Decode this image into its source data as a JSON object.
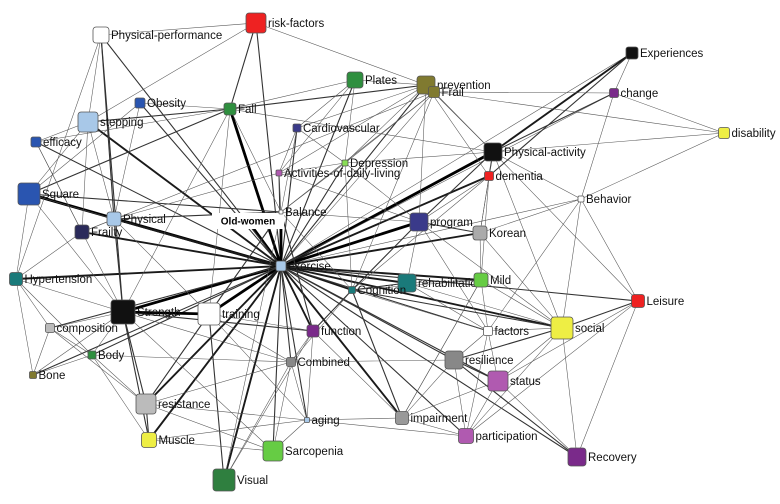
{
  "nodes": [
    {
      "id": "Old-women",
      "color": "#ffffff"
    },
    {
      "id": "exercise",
      "color": "#a8c8e8"
    },
    {
      "id": "Physical-performance",
      "color": "#ffffff"
    },
    {
      "id": "risk-factors",
      "color": "#ee2222"
    },
    {
      "id": "Plates",
      "color": "#2f8f3f"
    },
    {
      "id": "prevention",
      "color": "#807a30"
    },
    {
      "id": "Frail",
      "color": "#807a30"
    },
    {
      "id": "Experiences",
      "color": "#111111"
    },
    {
      "id": "change",
      "color": "#7a2a8a"
    },
    {
      "id": "disability",
      "color": "#eeee44"
    },
    {
      "id": "Obesity",
      "color": "#2a55b0"
    },
    {
      "id": "stepping",
      "color": "#a8c8e8"
    },
    {
      "id": "Fall",
      "color": "#2f8f3f"
    },
    {
      "id": "Cardiovascular",
      "color": "#3a3a8a"
    },
    {
      "id": "efficacy",
      "color": "#2a55b0"
    },
    {
      "id": "Depression",
      "color": "#88dd55"
    },
    {
      "id": "Physical-activity",
      "color": "#111111"
    },
    {
      "id": "Activities-of-daily-living",
      "color": "#b05ab0"
    },
    {
      "id": "dementia",
      "color": "#ee2222"
    },
    {
      "id": "Square",
      "color": "#2a55b0"
    },
    {
      "id": "Behavior",
      "color": "#ffffff"
    },
    {
      "id": "Physical",
      "color": "#a8c8e8"
    },
    {
      "id": "Balance",
      "color": "#ffffff"
    },
    {
      "id": "program",
      "color": "#3a3a8a"
    },
    {
      "id": "Frailty",
      "color": "#2a2a5a"
    },
    {
      "id": "Korean",
      "color": "#aaaaaa"
    },
    {
      "id": "Hypertension",
      "color": "#1a7a7a"
    },
    {
      "id": "rehabilitation",
      "color": "#1a7a7a"
    },
    {
      "id": "Mild",
      "color": "#66cc44"
    },
    {
      "id": "Cognition",
      "color": "#1a7a7a"
    },
    {
      "id": "Leisure",
      "color": "#ee2222"
    },
    {
      "id": "Strength",
      "color": "#111111"
    },
    {
      "id": "training",
      "color": "#ffffff"
    },
    {
      "id": "composition",
      "color": "#bbbbbb"
    },
    {
      "id": "function",
      "color": "#7a2a8a"
    },
    {
      "id": "factors",
      "color": "#ffffff"
    },
    {
      "id": "social",
      "color": "#eeee44"
    },
    {
      "id": "Body",
      "color": "#2f8f3f"
    },
    {
      "id": "Combined",
      "color": "#888888"
    },
    {
      "id": "resilience",
      "color": "#888888"
    },
    {
      "id": "Bone",
      "color": "#807a30"
    },
    {
      "id": "status",
      "color": "#b05ab0"
    },
    {
      "id": "resistance",
      "color": "#bbbbbb"
    },
    {
      "id": "aging",
      "color": "#a8c8e8"
    },
    {
      "id": "impairment",
      "color": "#999999"
    },
    {
      "id": "Muscle",
      "color": "#eeee44"
    },
    {
      "id": "Sarcopenia",
      "color": "#66cc44"
    },
    {
      "id": "participation",
      "color": "#b05ab0"
    },
    {
      "id": "Recovery",
      "color": "#7a2a8a"
    },
    {
      "id": "Visual",
      "color": "#2f7f3f"
    }
  ],
  "edges": [
    [
      "exercise",
      "Old-women",
      4
    ],
    [
      "exercise",
      "Physical-performance",
      2
    ],
    [
      "exercise",
      "risk-factors",
      2
    ],
    [
      "exercise",
      "Plates",
      2
    ],
    [
      "exercise",
      "prevention",
      2
    ],
    [
      "exercise",
      "Frail",
      1
    ],
    [
      "exercise",
      "Obesity",
      2
    ],
    [
      "exercise",
      "stepping",
      3
    ],
    [
      "exercise",
      "Fall",
      4
    ],
    [
      "exercise",
      "Cardiovascular",
      2
    ],
    [
      "exercise",
      "efficacy",
      2
    ],
    [
      "exercise",
      "Depression",
      2
    ],
    [
      "exercise",
      "Physical-activity",
      4
    ],
    [
      "exercise",
      "Activities-of-daily-living",
      2
    ],
    [
      "exercise",
      "dementia",
      3
    ],
    [
      "exercise",
      "Square",
      4
    ],
    [
      "exercise",
      "Behavior",
      1
    ],
    [
      "exercise",
      "Physical",
      3
    ],
    [
      "exercise",
      "Balance",
      4
    ],
    [
      "exercise",
      "program",
      4
    ],
    [
      "exercise",
      "Frailty",
      3
    ],
    [
      "exercise",
      "Korean",
      3
    ],
    [
      "exercise",
      "Hypertension",
      3
    ],
    [
      "exercise",
      "rehabilitation",
      3
    ],
    [
      "exercise",
      "Mild",
      3
    ],
    [
      "exercise",
      "Cognition",
      3
    ],
    [
      "exercise",
      "Leisure",
      2
    ],
    [
      "exercise",
      "Strength",
      4
    ],
    [
      "exercise",
      "training",
      4
    ],
    [
      "exercise",
      "composition",
      2
    ],
    [
      "exercise",
      "function",
      3
    ],
    [
      "exercise",
      "factors",
      2
    ],
    [
      "exercise",
      "social",
      3
    ],
    [
      "exercise",
      "Body",
      2
    ],
    [
      "exercise",
      "Combined",
      2
    ],
    [
      "exercise",
      "resilience",
      2
    ],
    [
      "exercise",
      "Bone",
      2
    ],
    [
      "exercise",
      "status",
      2
    ],
    [
      "exercise",
      "resistance",
      3
    ],
    [
      "exercise",
      "aging",
      2
    ],
    [
      "exercise",
      "impairment",
      3
    ],
    [
      "exercise",
      "Muscle",
      3
    ],
    [
      "exercise",
      "Sarcopenia",
      2
    ],
    [
      "exercise",
      "participation",
      2
    ],
    [
      "exercise",
      "Recovery",
      2
    ],
    [
      "exercise",
      "Visual",
      3
    ],
    [
      "exercise",
      "change",
      1
    ],
    [
      "exercise",
      "Experiences",
      1
    ],
    [
      "Physical-activity",
      "Experiences",
      3
    ],
    [
      "Physical-activity",
      "change",
      2
    ],
    [
      "Physical-activity",
      "disability",
      1
    ],
    [
      "Physical-activity",
      "dementia",
      2
    ],
    [
      "Physical-activity",
      "Behavior",
      1
    ],
    [
      "Physical-activity",
      "program",
      2
    ],
    [
      "Physical-activity",
      "Korean",
      1
    ],
    [
      "Physical-activity",
      "social",
      1
    ],
    [
      "Physical-activity",
      "Leisure",
      1
    ],
    [
      "Physical-activity",
      "Fall",
      1
    ],
    [
      "Physical-activity",
      "prevention",
      1
    ],
    [
      "Physical-activity",
      "Depression",
      1
    ],
    [
      "dementia",
      "Experiences",
      2
    ],
    [
      "dementia",
      "program",
      1
    ],
    [
      "dementia",
      "Korean",
      1
    ],
    [
      "dementia",
      "Cognition",
      1
    ],
    [
      "dementia",
      "Mild",
      1
    ],
    [
      "risk-factors",
      "Physical-performance",
      1
    ],
    [
      "risk-factors",
      "Fall",
      2
    ],
    [
      "risk-factors",
      "prevention",
      1
    ],
    [
      "risk-factors",
      "stepping",
      1
    ],
    [
      "Fall",
      "Obesity",
      1
    ],
    [
      "Fall",
      "stepping",
      2
    ],
    [
      "Fall",
      "efficacy",
      1
    ],
    [
      "Fall",
      "prevention",
      2
    ],
    [
      "Fall",
      "Plates",
      1
    ],
    [
      "Fall",
      "Square",
      2
    ],
    [
      "Fall",
      "Strength",
      1
    ],
    [
      "Fall",
      "Balance",
      1
    ],
    [
      "Fall",
      "training",
      1
    ],
    [
      "Frail",
      "change",
      1
    ],
    [
      "Frail",
      "disability",
      1
    ],
    [
      "Frail",
      "Frailty",
      1
    ],
    [
      "Frail",
      "Balance",
      1
    ],
    [
      "Frail",
      "Cognition",
      1
    ],
    [
      "Frail",
      "Depression",
      1
    ],
    [
      "Frail",
      "Physical-activity",
      1
    ],
    [
      "stepping",
      "Square",
      1
    ],
    [
      "stepping",
      "Frailty",
      1
    ],
    [
      "stepping",
      "efficacy",
      1
    ],
    [
      "stepping",
      "Physical",
      1
    ],
    [
      "Square",
      "Hypertension",
      1
    ],
    [
      "Square",
      "Strength",
      1
    ],
    [
      "Square",
      "Physical",
      1
    ],
    [
      "Square",
      "Balance",
      2
    ],
    [
      "Strength",
      "training",
      4
    ],
    [
      "Strength",
      "composition",
      1
    ],
    [
      "Strength",
      "Body",
      1
    ],
    [
      "Strength",
      "Bone",
      1
    ],
    [
      "Strength",
      "Muscle",
      2
    ],
    [
      "Strength",
      "resistance",
      2
    ],
    [
      "Strength",
      "Physical-performance",
      2
    ],
    [
      "Strength",
      "Hypertension",
      1
    ],
    [
      "Strength",
      "Physical",
      2
    ],
    [
      "Strength",
      "function",
      2
    ],
    [
      "Strength",
      "Combined",
      1
    ],
    [
      "Strength",
      "Sarcopenia",
      1
    ],
    [
      "training",
      "resistance",
      2
    ],
    [
      "training",
      "Visual",
      2
    ],
    [
      "training",
      "Combined",
      1
    ],
    [
      "training",
      "function",
      1
    ],
    [
      "training",
      "Balance",
      2
    ],
    [
      "training",
      "Physical",
      1
    ],
    [
      "training",
      "aging",
      1
    ],
    [
      "composition",
      "Body",
      1
    ],
    [
      "composition",
      "Bone",
      1
    ],
    [
      "composition",
      "Hypertension",
      1
    ],
    [
      "composition",
      "resistance",
      1
    ],
    [
      "Body",
      "Bone",
      1
    ],
    [
      "Body",
      "Muscle",
      1
    ],
    [
      "Body",
      "resistance",
      1
    ],
    [
      "Body",
      "Combined",
      1
    ],
    [
      "resistance",
      "Muscle",
      2
    ],
    [
      "resistance",
      "aging",
      1
    ],
    [
      "resistance",
      "Sarcopenia",
      1
    ],
    [
      "resistance",
      "Combined",
      1
    ],
    [
      "Muscle",
      "aging",
      1
    ],
    [
      "Muscle",
      "Sarcopenia",
      1
    ],
    [
      "program",
      "Korean",
      2
    ],
    [
      "program",
      "rehabilitation",
      1
    ],
    [
      "program",
      "Cognition",
      2
    ],
    [
      "program",
      "factors",
      1
    ],
    [
      "program",
      "social",
      1
    ],
    [
      "program",
      "Balance",
      1
    ],
    [
      "Cognition",
      "rehabilitation",
      2
    ],
    [
      "Cognition",
      "Mild",
      1
    ],
    [
      "Cognition",
      "function",
      2
    ],
    [
      "Cognition",
      "impairment",
      2
    ],
    [
      "Cognition",
      "social",
      2
    ],
    [
      "Cognition",
      "factors",
      1
    ],
    [
      "Cognition",
      "Balance",
      1
    ],
    [
      "Cognition",
      "Combined",
      1
    ],
    [
      "rehabilitation",
      "Mild",
      1
    ],
    [
      "rehabilitation",
      "social",
      1
    ],
    [
      "rehabilitation",
      "factors",
      1
    ],
    [
      "Korean",
      "social",
      1
    ],
    [
      "Korean",
      "Behavior",
      1
    ],
    [
      "Korean",
      "Mild",
      1
    ],
    [
      "social",
      "Leisure",
      2
    ],
    [
      "social",
      "Behavior",
      1
    ],
    [
      "social",
      "factors",
      1
    ],
    [
      "social",
      "resilience",
      2
    ],
    [
      "social",
      "Recovery",
      1
    ],
    [
      "social",
      "status",
      1
    ],
    [
      "social",
      "participation",
      1
    ],
    [
      "social",
      "Mild",
      1
    ],
    [
      "Leisure",
      "Recovery",
      1
    ],
    [
      "Leisure",
      "participation",
      1
    ],
    [
      "Leisure",
      "status",
      1
    ],
    [
      "Leisure",
      "Behavior",
      1
    ],
    [
      "resilience",
      "status",
      2
    ],
    [
      "resilience",
      "participation",
      1
    ],
    [
      "resilience",
      "Recovery",
      2
    ],
    [
      "resilience",
      "factors",
      1
    ],
    [
      "resilience",
      "impairment",
      1
    ],
    [
      "resilience",
      "Combined",
      1
    ],
    [
      "status",
      "participation",
      1
    ],
    [
      "status",
      "Recovery",
      1
    ],
    [
      "status",
      "impairment",
      1
    ],
    [
      "impairment",
      "participation",
      1
    ],
    [
      "impairment",
      "aging",
      1
    ],
    [
      "impairment",
      "function",
      1
    ],
    [
      "impairment",
      "Mild",
      1
    ],
    [
      "function",
      "Combined",
      1
    ],
    [
      "function",
      "Balance",
      2
    ],
    [
      "function",
      "aging",
      1
    ],
    [
      "aging",
      "Combined",
      1
    ],
    [
      "aging",
      "Sarcopenia",
      1
    ],
    [
      "aging",
      "participation",
      1
    ],
    [
      "Visual",
      "Balance",
      1
    ],
    [
      "Visual",
      "function",
      1
    ],
    [
      "Balance",
      "Physical",
      2
    ],
    [
      "Balance",
      "Activities-of-daily-living",
      1
    ],
    [
      "Balance",
      "Depression",
      1
    ],
    [
      "Balance",
      "Cardiovascular",
      1
    ],
    [
      "Plates",
      "prevention",
      1
    ],
    [
      "Plates",
      "Depression",
      1
    ],
    [
      "Plates",
      "Cardiovascular",
      1
    ],
    [
      "Plates",
      "Activities-of-daily-living",
      1
    ],
    [
      "prevention",
      "Depression",
      1
    ],
    [
      "prevention",
      "dementia",
      1
    ],
    [
      "prevention",
      "program",
      1
    ],
    [
      "prevention",
      "Activities-of-daily-living",
      1
    ],
    [
      "prevention",
      "Cardiovascular",
      1
    ],
    [
      "Cardiovascular",
      "Activities-of-daily-living",
      1
    ],
    [
      "Cardiovascular",
      "Depression",
      1
    ],
    [
      "Depression",
      "Activities-of-daily-living",
      1
    ],
    [
      "Depression",
      "program",
      1
    ],
    [
      "Depression",
      "Cognition",
      1
    ],
    [
      "Physical-performance",
      "stepping",
      1
    ],
    [
      "Physical-performance",
      "Physical",
      2
    ],
    [
      "Physical-performance",
      "Hypertension",
      1
    ],
    [
      "Obesity",
      "Physical",
      1
    ],
    [
      "Obesity",
      "Square",
      1
    ],
    [
      "efficacy",
      "Frailty",
      1
    ],
    [
      "efficacy",
      "Strength",
      1
    ],
    [
      "Frailty",
      "Physical",
      1
    ],
    [
      "Frailty",
      "Hypertension",
      1
    ],
    [
      "Hypertension",
      "Body",
      1
    ],
    [
      "Hypertension",
      "Bone",
      1
    ],
    [
      "Activities-of-daily-living",
      "Physical",
      1
    ],
    [
      "Activities-of-daily-living",
      "program",
      1
    ],
    [
      "Behavior",
      "disability",
      1
    ],
    [
      "Behavior",
      "change",
      1
    ],
    [
      "Behavior",
      "factors",
      1
    ],
    [
      "change",
      "disability",
      1
    ],
    [
      "Experiences",
      "change",
      1
    ],
    [
      "Mild",
      "factors",
      1
    ],
    [
      "Mild",
      "impairment",
      1
    ],
    [
      "factors",
      "participation",
      1
    ],
    [
      "factors",
      "status",
      1
    ],
    [
      "Combined",
      "Sarcopenia",
      1
    ],
    [
      "Combined",
      "Visual",
      1
    ]
  ]
}
